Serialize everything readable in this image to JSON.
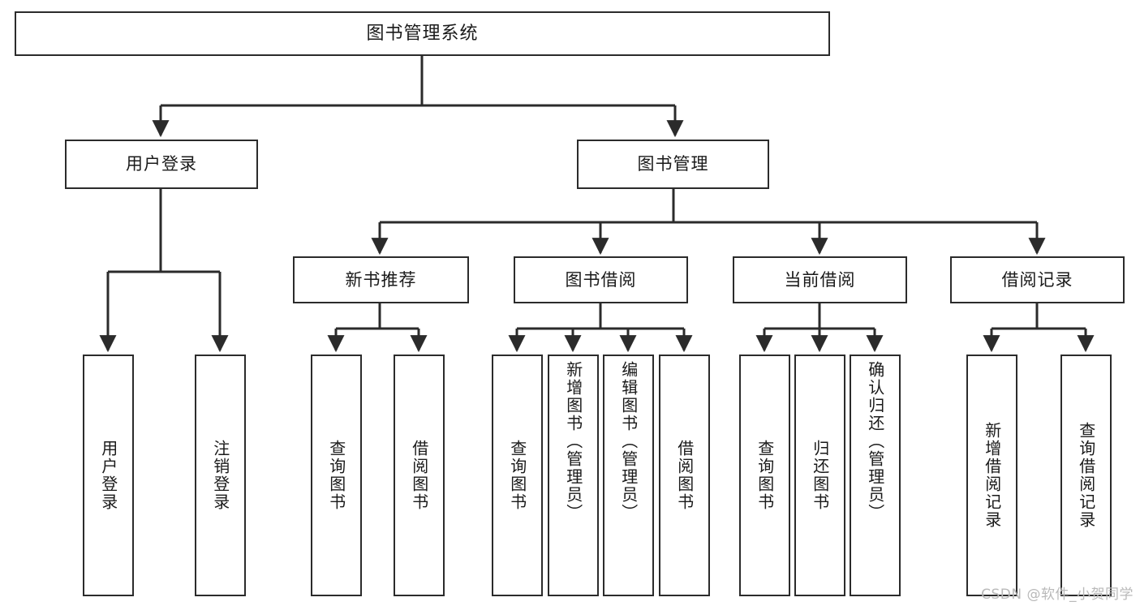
{
  "diagram": {
    "type": "tree",
    "title": "图书管理系统",
    "orientation": "top-down",
    "colors": {
      "box_border": "#2b2b2b",
      "box_fill": "#ffffff",
      "edge": "#2b2b2b",
      "text": "#1a1a1a",
      "watermark": "#b9b9b9",
      "background": "#ffffff"
    }
  },
  "watermark": {
    "text": "CSDN @软件_小贺同学"
  },
  "nodes": {
    "root": {
      "label": "图书管理系统"
    },
    "level2": [
      {
        "id": "user-login",
        "label": "用户登录"
      },
      {
        "id": "book-manage",
        "label": "图书管理"
      }
    ],
    "level3": [
      {
        "id": "new-book-recommend",
        "label": "新书推荐"
      },
      {
        "id": "book-borrow",
        "label": "图书借阅"
      },
      {
        "id": "current-borrow",
        "label": "当前借阅"
      },
      {
        "id": "borrow-record",
        "label": "借阅记录"
      }
    ],
    "leaves": {
      "user_login": [
        {
          "id": "leaf-user-login",
          "label": "用户登录"
        },
        {
          "id": "leaf-user-logout",
          "label": "注销登录"
        }
      ],
      "new_book_recommend": [
        {
          "id": "leaf-query-book-1",
          "label": "查询图书"
        },
        {
          "id": "leaf-borrow-book-1",
          "label": "借阅图书"
        }
      ],
      "book_borrow": [
        {
          "id": "leaf-query-book-2",
          "label": "查询图书"
        },
        {
          "id": "leaf-add-book",
          "label": "新增图书（管理员）"
        },
        {
          "id": "leaf-edit-book",
          "label": "编辑图书（管理员）"
        },
        {
          "id": "leaf-borrow-book-2",
          "label": "借阅图书"
        }
      ],
      "current_borrow": [
        {
          "id": "leaf-query-book-3",
          "label": "查询图书"
        },
        {
          "id": "leaf-return-book",
          "label": "归还图书"
        },
        {
          "id": "leaf-confirm-return",
          "label": "确认归还（管理员）"
        }
      ],
      "borrow_record": [
        {
          "id": "leaf-add-record",
          "label": "新增借阅记录"
        },
        {
          "id": "leaf-query-record",
          "label": "查询借阅记录"
        }
      ]
    }
  },
  "edges": [
    {
      "from": "图书管理系统",
      "to": "用户登录"
    },
    {
      "from": "图书管理系统",
      "to": "图书管理"
    },
    {
      "from": "用户登录",
      "to": "用户登录"
    },
    {
      "from": "用户登录",
      "to": "注销登录"
    },
    {
      "from": "图书管理",
      "to": "新书推荐"
    },
    {
      "from": "图书管理",
      "to": "图书借阅"
    },
    {
      "from": "图书管理",
      "to": "当前借阅"
    },
    {
      "from": "图书管理",
      "to": "借阅记录"
    },
    {
      "from": "新书推荐",
      "to": "查询图书"
    },
    {
      "from": "新书推荐",
      "to": "借阅图书"
    },
    {
      "from": "图书借阅",
      "to": "查询图书"
    },
    {
      "from": "图书借阅",
      "to": "新增图书（管理员）"
    },
    {
      "from": "图书借阅",
      "to": "编辑图书（管理员）"
    },
    {
      "from": "图书借阅",
      "to": "借阅图书"
    },
    {
      "from": "当前借阅",
      "to": "查询图书"
    },
    {
      "from": "当前借阅",
      "to": "归还图书"
    },
    {
      "from": "当前借阅",
      "to": "确认归还（管理员）"
    },
    {
      "from": "借阅记录",
      "to": "新增借阅记录"
    },
    {
      "from": "借阅记录",
      "to": "查询借阅记录"
    }
  ]
}
